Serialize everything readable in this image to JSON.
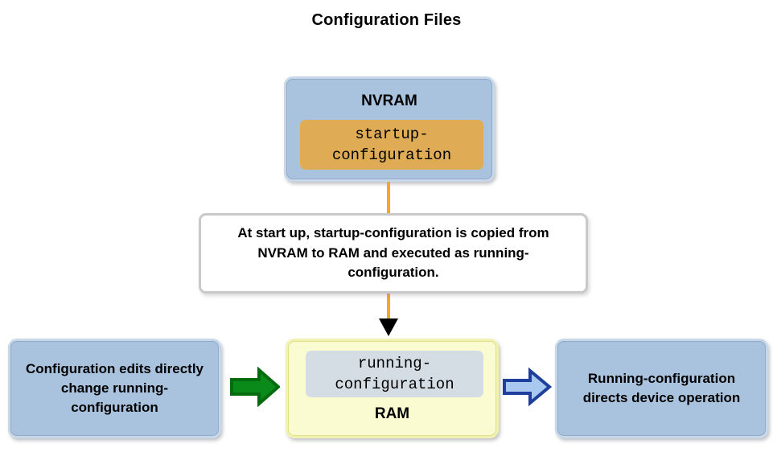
{
  "title": "Configuration Files",
  "nvram": {
    "label": "NVRAM",
    "file": "startup-\nconfiguration",
    "file_plain": "startup-configuration"
  },
  "note": {
    "text": "At start up, startup-configuration is copied from NVRAM to RAM and executed as running-configuration."
  },
  "ram": {
    "label": "RAM",
    "file": "running-\nconfiguration",
    "file_plain": "running-configuration"
  },
  "left_box": {
    "text": "Configuration edits directly change running-configuration"
  },
  "right_box": {
    "text": "Running-configuration directs device operation"
  },
  "arrows": {
    "copy_arrow_name": "down-arrow-nvram-to-ram",
    "edit_arrow_name": "green-right-arrow",
    "direct_arrow_name": "blue-right-arrow"
  },
  "colors": {
    "box_blue_fill": "#a9c2dd",
    "box_blue_border": "#c7d8ea",
    "ram_fill": "#fbfbd2",
    "ram_border": "#f2f2b0",
    "startup_chip": "#e0ab55",
    "running_chip": "#d4dde4",
    "connector_orange": "#f5a623",
    "green_arrow_fill": "#0a8a18",
    "green_arrow_stroke": "#046b0f",
    "blue_arrow_fill": "#a8c8f0",
    "blue_arrow_stroke": "#1f3f9e",
    "note_border": "#c9c9c9",
    "arrowhead_black": "#000000"
  }
}
